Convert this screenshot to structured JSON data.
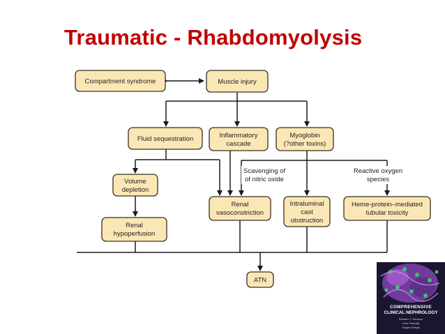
{
  "title": "Traumatic - Rhabdomyolysis",
  "diagram": {
    "boxes": {
      "compartment": [
        "Compartment syndrome"
      ],
      "muscle_injury": [
        "Muscle injury"
      ],
      "fluid_seq": [
        "Fluid sequestration"
      ],
      "inflammatory": [
        "Inflammatory",
        "cascade"
      ],
      "myoglobin": [
        "Myoglobin",
        "(?other toxins)"
      ],
      "volume_depletion": [
        "Volume",
        "depletion"
      ],
      "renal_vaso": [
        "Renal",
        "vasoconstriction"
      ],
      "intraluminal": [
        "Intraluminal",
        "cast",
        "obstruction"
      ],
      "heme_protein": [
        "Heme-protein–mediated",
        "tubular toxicity"
      ],
      "renal_hypo": [
        "Renal",
        "hypoperfusion"
      ],
      "atn": [
        "ATN"
      ]
    },
    "labels": {
      "scavenging": [
        "Scavenging of",
        "of nitric oxide"
      ],
      "reactive_oxygen": [
        "Reactive oxygen",
        "species"
      ]
    }
  },
  "book_cover": {
    "title_line1": "COMPREHENSIVE",
    "title_line2": "CLINICAL NEPHROLOGY",
    "authors": [
      "Richard J. Johnson",
      "John Feehally",
      "Jürgen Floege"
    ],
    "colors": {
      "background": "#1a1630",
      "cell": "#7a3fa8",
      "nuclei": "#3cc26a"
    }
  }
}
